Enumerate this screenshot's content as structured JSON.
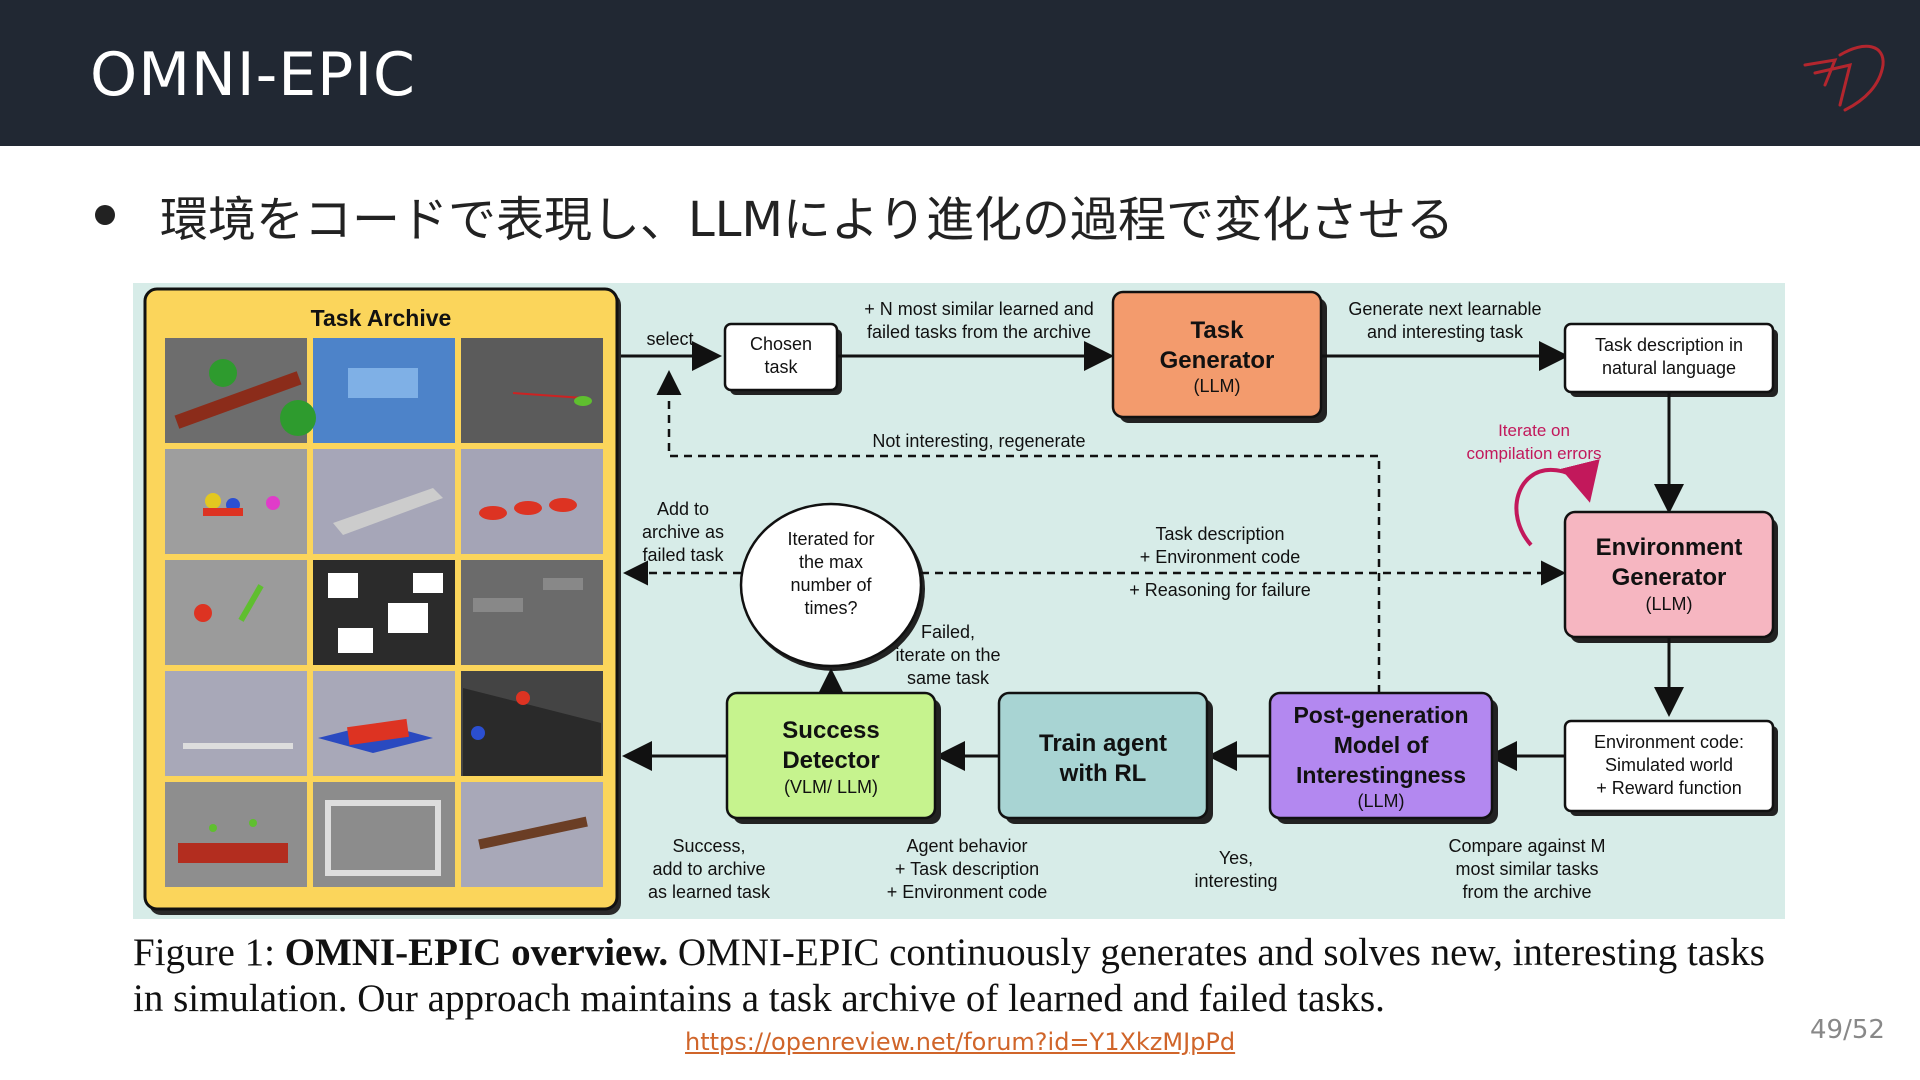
{
  "header": {
    "title": "OMNI-EPIC"
  },
  "bullet": {
    "text": "環境をコードで表現し、LLMにより進化の過程で変化させる"
  },
  "diagram": {
    "archive_title": "Task Archive",
    "select_label": "select",
    "chosen_task": [
      "Chosen",
      "task"
    ],
    "similar_tasks": [
      "+ N most similar learned and",
      "failed tasks from the archive"
    ],
    "task_generator": [
      "Task",
      "Generator",
      "(LLM)"
    ],
    "generate_next": [
      "Generate next learnable",
      "and interesting task"
    ],
    "task_description": [
      "Task description in",
      "natural language"
    ],
    "not_interesting": "Not interesting, regenerate",
    "iterate_compilation": [
      "Iterate on",
      "compilation errors"
    ],
    "add_failed": [
      "Add to",
      "archive as",
      "failed task"
    ],
    "iterated_max": [
      "Iterated for",
      "the max",
      "number of",
      "times?"
    ],
    "task_env_code": [
      "Task description",
      "+ Environment code"
    ],
    "reasoning_failure": "+ Reasoning for failure",
    "environment_generator": [
      "Environment",
      "Generator",
      "(LLM)"
    ],
    "failed_iterate": [
      "Failed,",
      "iterate on the",
      "same task"
    ],
    "success_detector": [
      "Success",
      "Detector",
      "(VLM/ LLM)"
    ],
    "train_agent": [
      "Train agent",
      "with RL"
    ],
    "post_gen": [
      "Post-generation",
      "Model of",
      "Interestingness",
      "(LLM)"
    ],
    "env_code_box": [
      "Environment code:",
      "Simulated world",
      "+ Reward function"
    ],
    "success_add": [
      "Success,",
      "add to archive",
      "as learned task"
    ],
    "agent_behavior": [
      "Agent behavior",
      "+ Task description",
      "+ Environment code"
    ],
    "yes_interesting": [
      "Yes,",
      "interesting"
    ],
    "compare_against": [
      "Compare against M",
      "most similar tasks",
      "from the archive"
    ]
  },
  "caption": {
    "prefix": "Figure 1: ",
    "bold": "OMNI-EPIC overview.",
    "rest": " OMNI-EPIC continuously generates and solves new, interesting tasks in simulation. Our approach maintains a task archive of learned and failed tasks."
  },
  "link": {
    "text": "https://openreview.net/forum?id=Y1XkzMJpPd"
  },
  "page_number": "49/52",
  "colors": {
    "header_bg": "#212833",
    "diagram_bg": "#d7ece8",
    "archive_fill": "#fbd55b",
    "task_generator_fill": "#f39b6d",
    "environment_generator_fill": "#f6b6c1",
    "success_detector_fill": "#c6f38e",
    "train_agent_fill": "#a8d4d3",
    "post_gen_fill": "#b388f0",
    "accent_magenta": "#c2185b",
    "link": "#d0652a"
  }
}
